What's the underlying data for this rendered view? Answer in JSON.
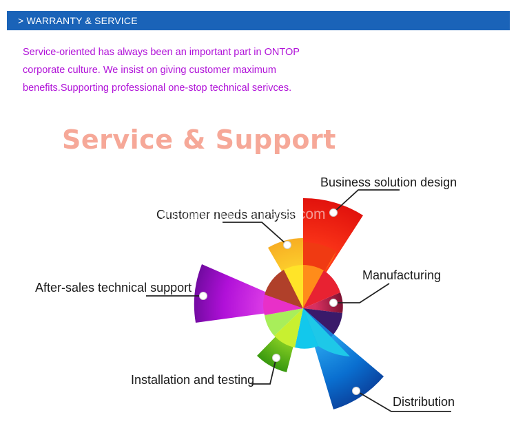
{
  "header": {
    "title": "> WARRANTY & SERVICE"
  },
  "intro": {
    "lines": [
      "Service-oriented has always been an important part in ONTOP",
      "corporate culture. We insist on giving customer maximum",
      "benefits.Supporting professional one-stop technical serivces."
    ]
  },
  "graphic": {
    "title": "Service & Support",
    "watermark": "ontoptech.en.alibaba.com",
    "labels": {
      "business": "Business solution design",
      "customer": "Customer needs analysis",
      "manufacturing": "Manufacturing",
      "aftersales": "After-sales technical support",
      "installation": "Installation and testing",
      "distribution": "Distribution"
    }
  },
  "colors": {
    "header_bg": "#1a63b8",
    "intro_text": "#b012d8",
    "title_text": "#f6a898"
  }
}
